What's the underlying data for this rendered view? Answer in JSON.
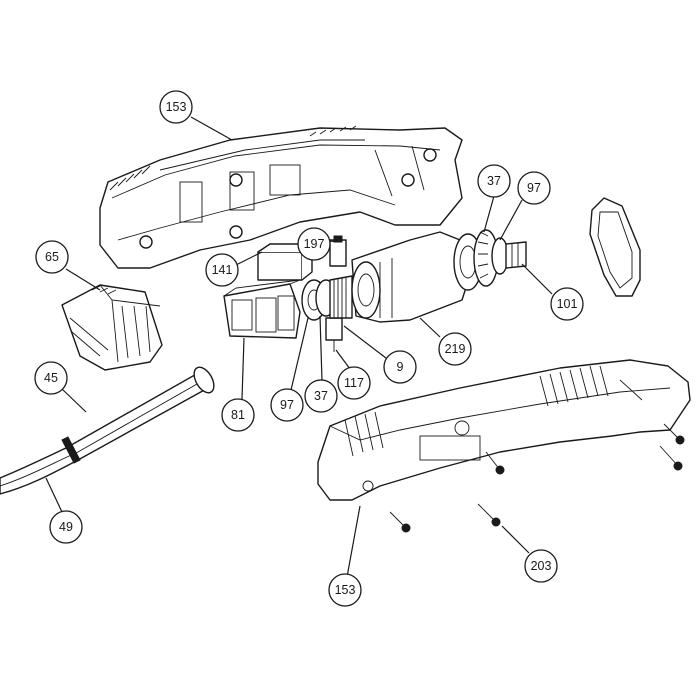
{
  "callouts": [
    {
      "key": "c153a",
      "label": "153"
    },
    {
      "key": "c65",
      "label": "65"
    },
    {
      "key": "c141",
      "label": "141"
    },
    {
      "key": "c197",
      "label": "197"
    },
    {
      "key": "c37a",
      "label": "37"
    },
    {
      "key": "c97a",
      "label": "97"
    },
    {
      "key": "c101",
      "label": "101"
    },
    {
      "key": "c219",
      "label": "219"
    },
    {
      "key": "c9",
      "label": "9"
    },
    {
      "key": "c117",
      "label": "117"
    },
    {
      "key": "c37b",
      "label": "37"
    },
    {
      "key": "c97b",
      "label": "97"
    },
    {
      "key": "c81",
      "label": "81"
    },
    {
      "key": "c45",
      "label": "45"
    },
    {
      "key": "c49",
      "label": "49"
    },
    {
      "key": "c203",
      "label": "203"
    },
    {
      "key": "c153b",
      "label": "153"
    }
  ]
}
